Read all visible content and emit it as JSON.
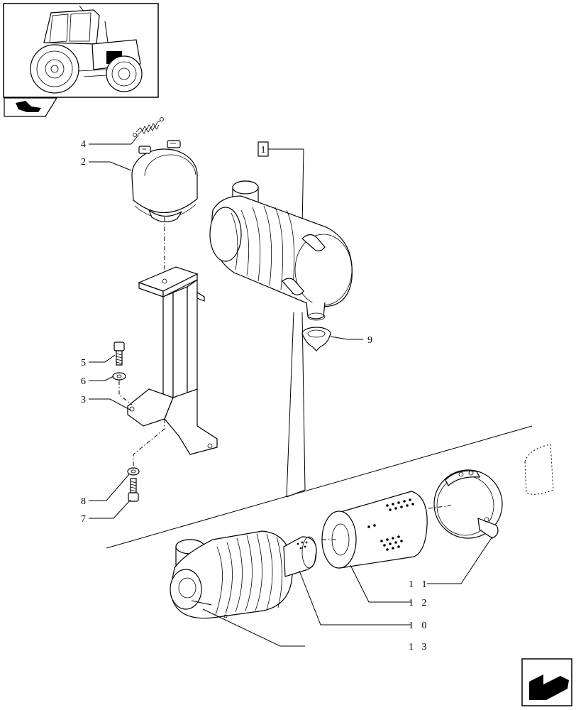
{
  "assembly_ref": "1",
  "callouts": {
    "c2": "2",
    "c3": "3",
    "c4": "4",
    "c5": "5",
    "c6": "6",
    "c7": "7",
    "c8": "8",
    "c9": "9",
    "c10": "1 0",
    "c11": "1 1",
    "c12": "1 2",
    "c13": "1 3"
  },
  "icons": {
    "thumbnail": "tractor-thumbnail-icon",
    "section_badge": "tractor-section-icon",
    "nav": "next-page-arrow-icon"
  }
}
